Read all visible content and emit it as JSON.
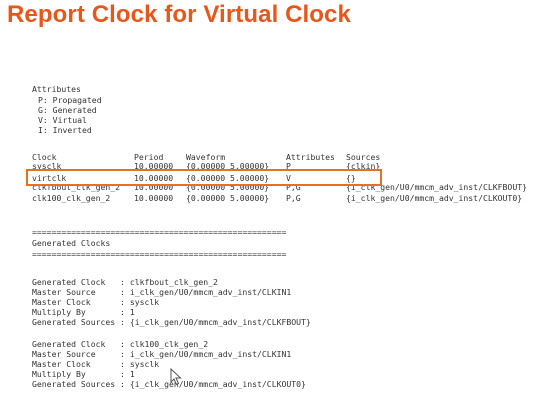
{
  "slide": {
    "title": "Report Clock for Virtual Clock"
  },
  "attributes": {
    "header": "Attributes",
    "items": [
      "P: Propagated",
      "G: Generated",
      "V: Virtual",
      "I: Inverted"
    ]
  },
  "clock_table": {
    "headers": [
      "Clock",
      "Period",
      "Waveform",
      "Attributes",
      "Sources"
    ],
    "rows": [
      [
        "sysclk",
        "10.00000",
        "{0.00000 5.00000}",
        "P",
        "{clkin}"
      ],
      [
        "virtclk",
        "10.00000",
        "{0.00000 5.00000}",
        "V",
        "{}"
      ],
      [
        "clkfbout_clk_gen_2",
        "10.00000",
        "{0.00000 5.00000}",
        "P,G",
        "{i_clk_gen/U0/mmcm_adv_inst/CLKFBOUT}"
      ],
      [
        "clk100_clk_gen_2",
        "10.00000",
        "{0.00000 5.00000}",
        "P,G",
        "{i_clk_gen/U0/mmcm_adv_inst/CLKOUT0}"
      ]
    ]
  },
  "generated": {
    "separator": "====================================================",
    "header": "Generated Clocks",
    "blocks": [
      [
        "Generated Clock   : clkfbout_clk_gen_2",
        "Master Source     : i_clk_gen/U0/mmcm_adv_inst/CLKIN1",
        "Master Clock      : sysclk",
        "Multiply By       : 1",
        "Generated Sources : {i_clk_gen/U0/mmcm_adv_inst/CLKFBOUT}"
      ],
      [
        "Generated Clock   : clk100_clk_gen_2",
        "Master Source     : i_clk_gen/U0/mmcm_adv_inst/CLKIN1",
        "Master Clock      : sysclk",
        "Multiply By       : 1",
        "Generated Sources : {i_clk_gen/U0/mmcm_adv_inst/CLKOUT0}"
      ]
    ]
  },
  "colors": {
    "title": "#e8571a",
    "highlight_border": "#e8701e",
    "text": "#333333"
  },
  "icons": {
    "cursor": "mouse-pointer-icon"
  }
}
